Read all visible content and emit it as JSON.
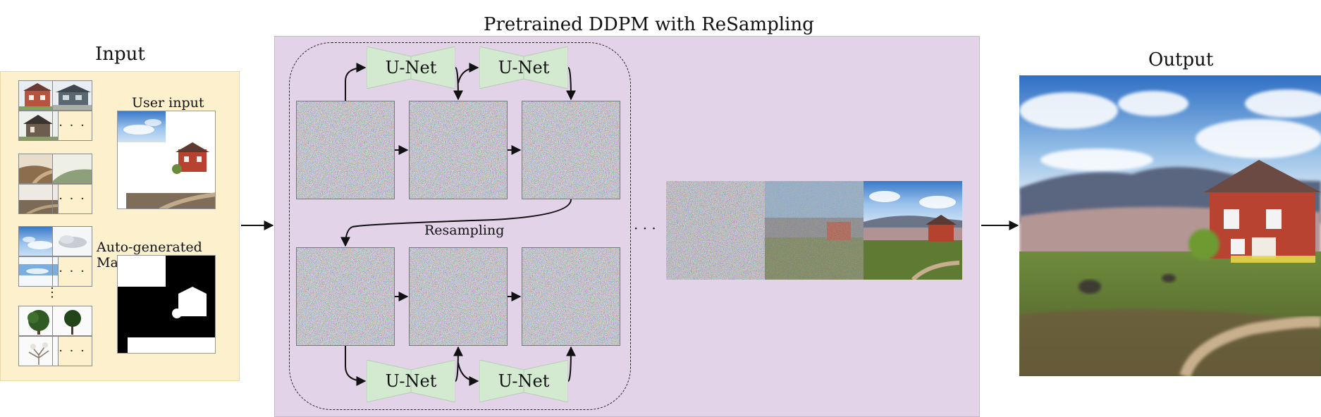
{
  "labels": {
    "input_title": "Input",
    "ddpm_title": "Pretrained DDPM with ReSampling",
    "output_title": "Output",
    "user_input": "User input",
    "auto_mask": "Auto-generated Mask",
    "resampling": "Resampling",
    "unet": "U-Net",
    "ellipsis": "· · ·",
    "vdots": "⋮",
    "hdots": "· · ·"
  },
  "colors": {
    "input_panel": "#fcf1cc",
    "ddpm_panel": "#e3d3e8",
    "unet_fill": "#d3e9d0"
  },
  "gallery": {
    "categories": [
      "house",
      "road",
      "sky",
      "tree"
    ]
  }
}
